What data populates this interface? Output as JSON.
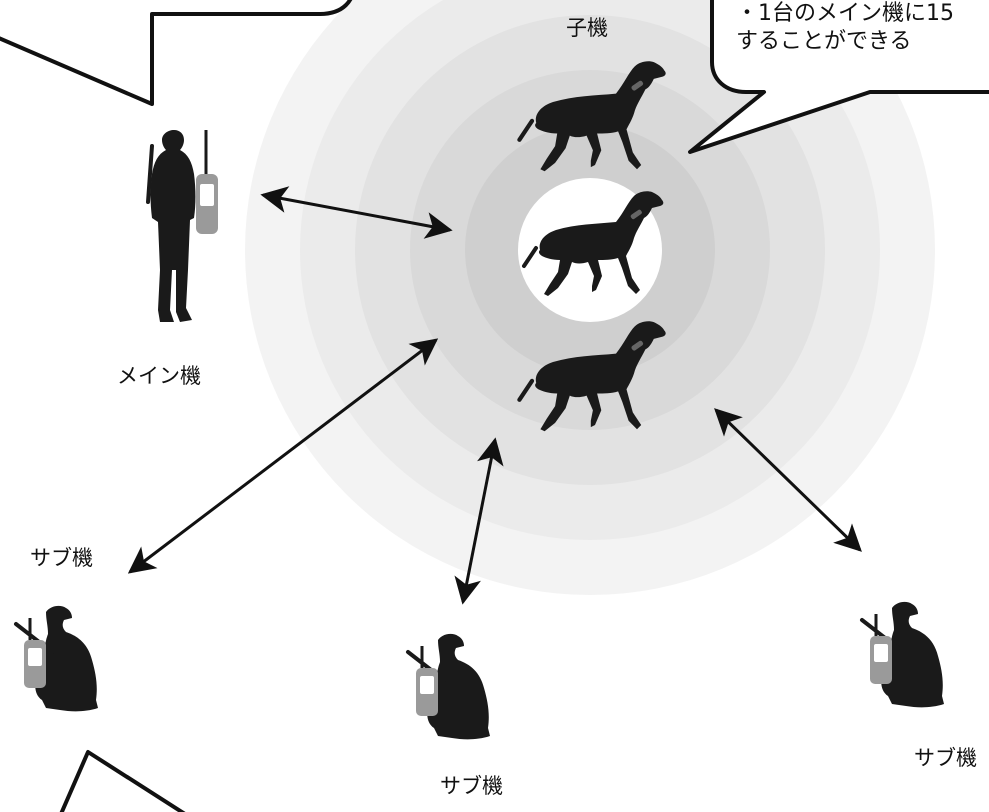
{
  "labels": {
    "child_unit": "子機",
    "main_unit": "メイン機",
    "sub_unit_left": "サブ機",
    "sub_unit_center": "サブ機",
    "sub_unit_right": "サブ機"
  },
  "callout_top_right": {
    "line1": "・1台のメイン機に15",
    "line2": "することができる"
  },
  "colors": {
    "ring_outer": "#f3f3f3",
    "ring_2": "#ebebeb",
    "ring_3": "#e2e2e2",
    "ring_4": "#d9d9d9",
    "ring_inner": "#cfcfcf",
    "center": "#ffffff",
    "silhouette": "#1a1a1a",
    "radio": "#9a9a9a"
  },
  "icons": [
    "dog-icon",
    "hunter-standing-icon",
    "hunter-kneeling-icon",
    "radio-handheld-icon",
    "double-arrow-icon"
  ]
}
